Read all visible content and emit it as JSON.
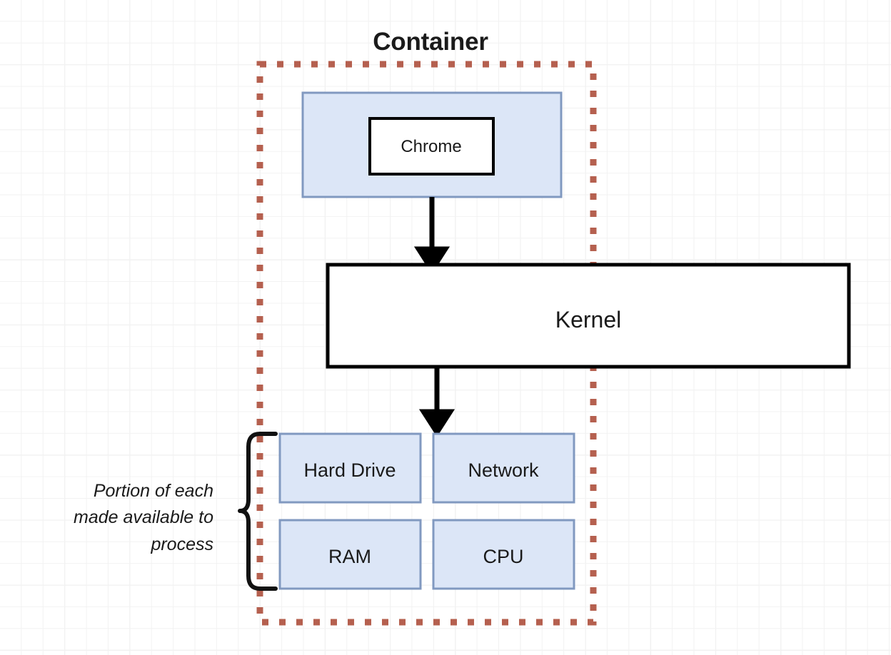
{
  "diagram": {
    "title": "Container",
    "container_border_color": "#b5604f",
    "process_box": {
      "fill": "#dce6f7",
      "stroke": "#8199c0",
      "inner_label": "Chrome"
    },
    "kernel": {
      "label": "Kernel",
      "fill": "#ffffff",
      "stroke": "#000000"
    },
    "resources": [
      {
        "label": "Hard Drive"
      },
      {
        "label": "Network"
      },
      {
        "label": "RAM"
      },
      {
        "label": "CPU"
      }
    ],
    "resource_style": {
      "fill": "#dce6f7",
      "stroke": "#8199c0"
    },
    "annotation": {
      "line1": "Portion of each",
      "line2": "made available to",
      "line3": "process"
    },
    "arrows": [
      {
        "name": "chrome-to-kernel"
      },
      {
        "name": "kernel-to-resources"
      }
    ]
  }
}
